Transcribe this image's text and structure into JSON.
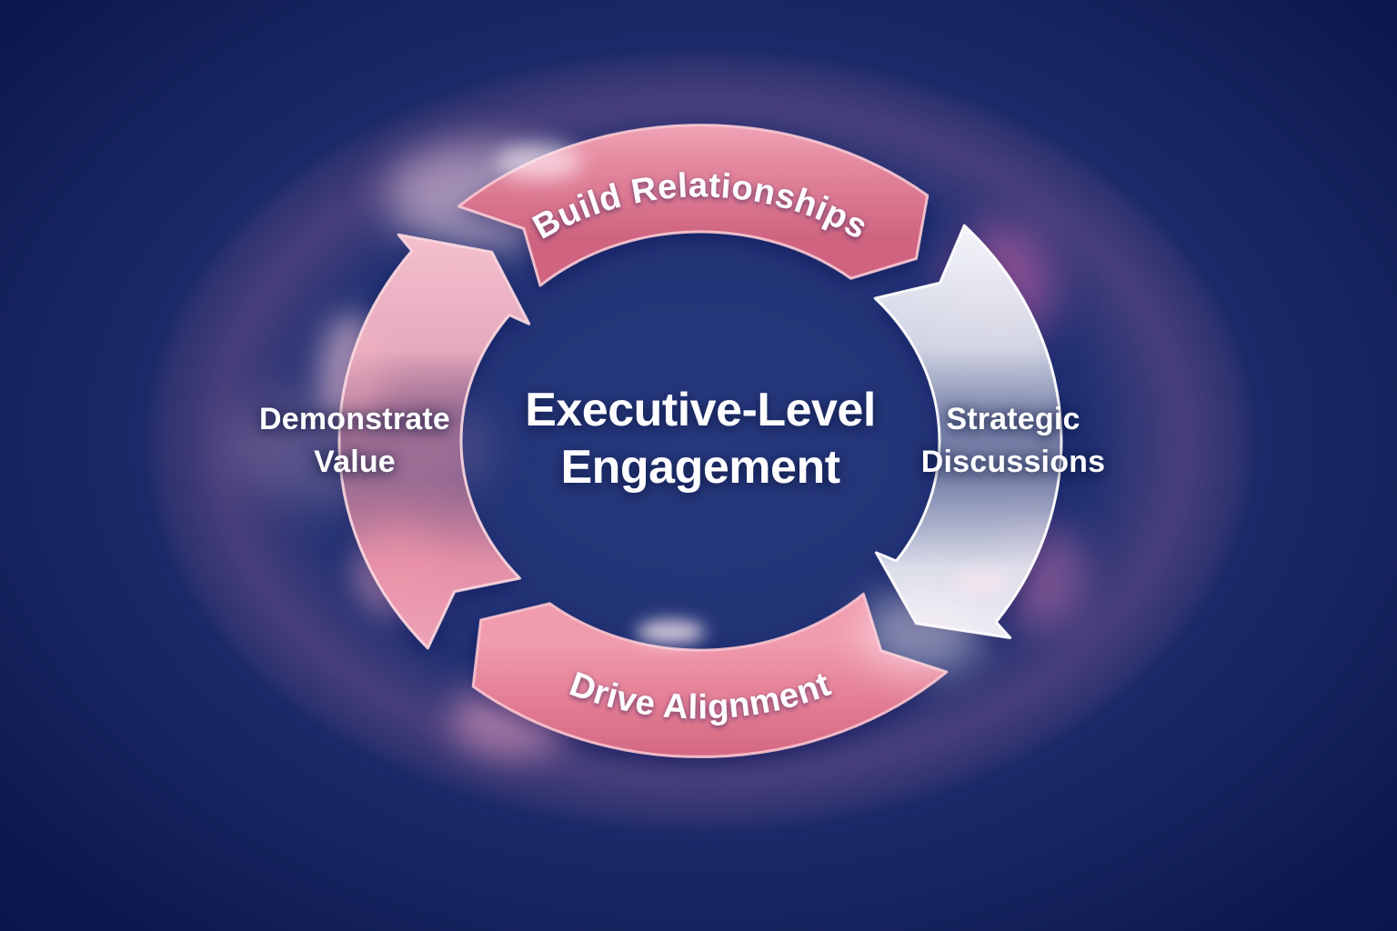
{
  "diagram": {
    "type": "cycle",
    "direction": "clockwise",
    "center_label": {
      "line1": "Executive-Level",
      "line2": "Engagement"
    },
    "steps": [
      {
        "position": "top",
        "label": "Build Relationships",
        "color": "#e07d95"
      },
      {
        "position": "right",
        "label": "Strategic Discussions",
        "label_line1": "Strategic",
        "label_line2": "Discussions",
        "color": "#eef0f7"
      },
      {
        "position": "bottom",
        "label": "Drive Alignment",
        "color": "#e27890"
      },
      {
        "position": "left",
        "label": "Demonstrate Value",
        "label_line1": "Demonstrate",
        "label_line2": "Value",
        "color": "#f2afc0"
      }
    ],
    "palette": {
      "background_navy": "#16245f",
      "pink_primary": "#e07d95",
      "pink_light": "#f2afc0",
      "white_segment": "#eef0f7",
      "label_text": "#fdfdff"
    }
  }
}
